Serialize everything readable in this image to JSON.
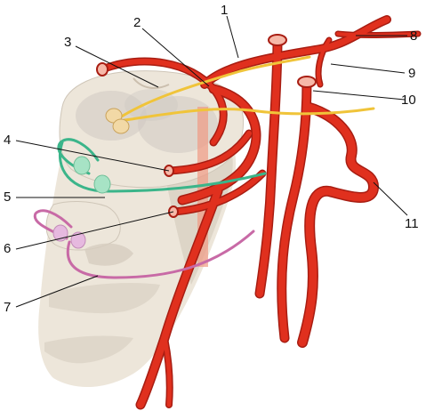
{
  "labels": {
    "l1": "1",
    "l2": "2",
    "l3": "3",
    "l4": "4",
    "l5": "5",
    "l6": "6",
    "l7": "7",
    "l8": "8",
    "l9": "9",
    "l10": "10",
    "l11": "11"
  },
  "colors": {
    "artery": "#e0301e",
    "artery_dark": "#a81d12",
    "nerve_yellow": "#f0c43a",
    "nerve_green": "#3bb58a",
    "nerve_pink": "#c86aa6",
    "ganglion_yellow": "#f2d9a6",
    "ganglion_green": "#a7e3c5",
    "ganglion_pink": "#e6b9df",
    "cord_light": "#ede6da",
    "cord_shade": "#d6cdbf",
    "grey_matter": "#cfc9c3"
  }
}
